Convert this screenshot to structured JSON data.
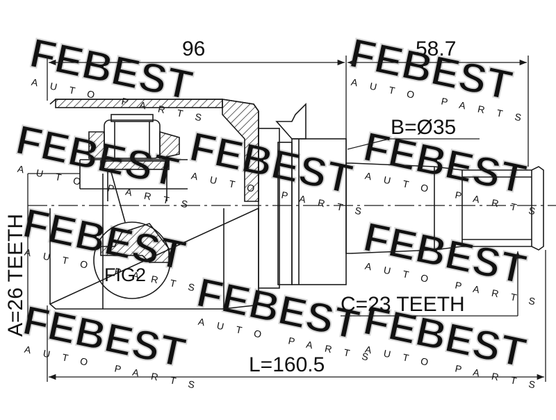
{
  "dimensions": {
    "length_housing": "96",
    "length_shaft": "58.7",
    "total_length": "L=160.5",
    "diameter_b": "B=Ø35",
    "teeth_a": "A=26 TEETH",
    "teeth_c": "C=23 TEETH"
  },
  "figure_label": "FIG2",
  "watermark": {
    "brand": "FEBEST",
    "tagline": "AUTO PARTS"
  },
  "colors": {
    "line": "#1a1a1a",
    "watermark": "#dadada"
  }
}
